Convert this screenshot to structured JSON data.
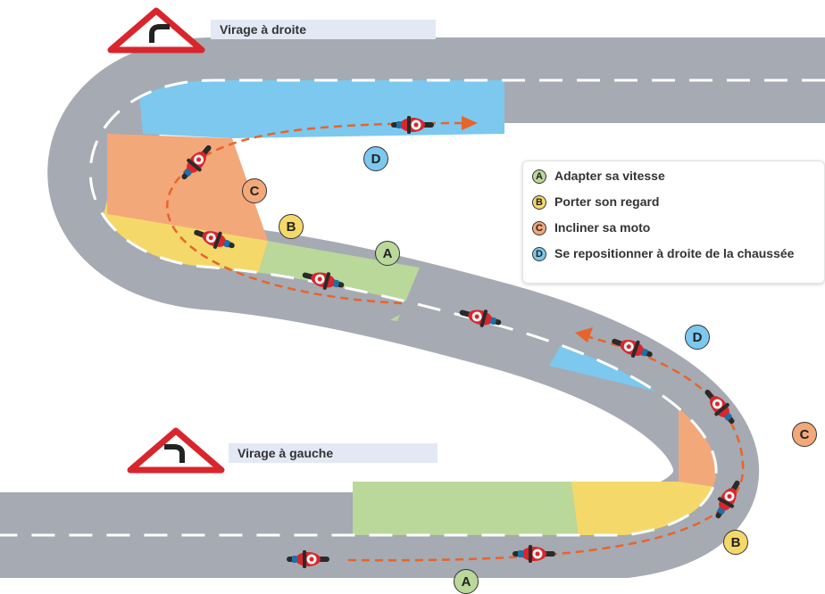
{
  "signs": [
    {
      "label": "Virage à droite",
      "icon": "right-curve-warning-sign-icon"
    },
    {
      "label": "Virage à gauche",
      "icon": "left-curve-warning-sign-icon"
    }
  ],
  "legend": [
    {
      "letter": "A",
      "text": "Adapter sa vitesse",
      "color": "#b9d89a"
    },
    {
      "letter": "B",
      "text": "Porter son regard",
      "color": "#f5d86a"
    },
    {
      "letter": "C",
      "text": "Incliner sa moto",
      "color": "#f3a87a"
    },
    {
      "letter": "D",
      "text": "Se repositionner à droite de la chaussée",
      "color": "#7cc8ee"
    }
  ],
  "zone_badges": [
    {
      "letter": "D",
      "color": "#7cc8ee"
    },
    {
      "letter": "C",
      "color": "#f3a87a"
    },
    {
      "letter": "B",
      "color": "#f5d86a"
    },
    {
      "letter": "A",
      "color": "#b9d89a"
    },
    {
      "letter": "D",
      "color": "#7cc8ee"
    },
    {
      "letter": "C",
      "color": "#f3a87a"
    },
    {
      "letter": "B",
      "color": "#f5d86a"
    },
    {
      "letter": "A",
      "color": "#b9d89a"
    }
  ],
  "colors": {
    "road": "#a6aab2",
    "lane_marking": "#ffffff",
    "trajectory": "#e8642a",
    "sign_border": "#d8262c",
    "label_background": "#e3e9f4"
  }
}
